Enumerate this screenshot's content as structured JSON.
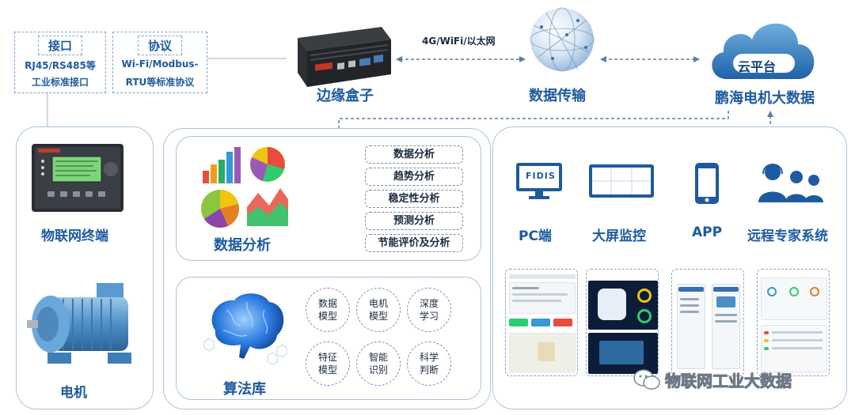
{
  "interface_box": {
    "title": "接口",
    "lines": [
      "RJ45/RS485等",
      "工业标准接口"
    ]
  },
  "protocol_box": {
    "title": "协议",
    "lines": [
      "Wi-Fi/Modbus-",
      "RTU等标准协议"
    ]
  },
  "edge_box_label": "边缘盒子",
  "network_label": "4G/WiFi/以太网",
  "transmission_label": "数据传输",
  "cloud": {
    "inner_label": "云平台",
    "caption": "鹏海电机大数据"
  },
  "terminal_label": "物联网终端",
  "motor_label": "电机",
  "data_analysis": {
    "label": "数据分析",
    "items": [
      "数据分析",
      "趋势分析",
      "稳定性分析",
      "预测分析",
      "节能评价及分析"
    ]
  },
  "algorithm_library": {
    "label": "算法库",
    "items": [
      "数据\n模型",
      "电机\n模型",
      "深度\n学习",
      "特征\n模型",
      "智能\n识别",
      "科学\n判断"
    ]
  },
  "clients": [
    {
      "label": "PC端",
      "icon": "monitor-icon",
      "screen_text": "FIDIS"
    },
    {
      "label": "大屏监控",
      "icon": "large-screen-icon"
    },
    {
      "label": "APP",
      "icon": "smartphone-icon"
    },
    {
      "label": "远程专家系统",
      "icon": "support-agents-icon"
    }
  ],
  "watermark": "物联网工业大数据",
  "colors": {
    "primary": "#1e5aa0",
    "panel_border": "#a9c4de",
    "connector": "#6a8fb8"
  }
}
